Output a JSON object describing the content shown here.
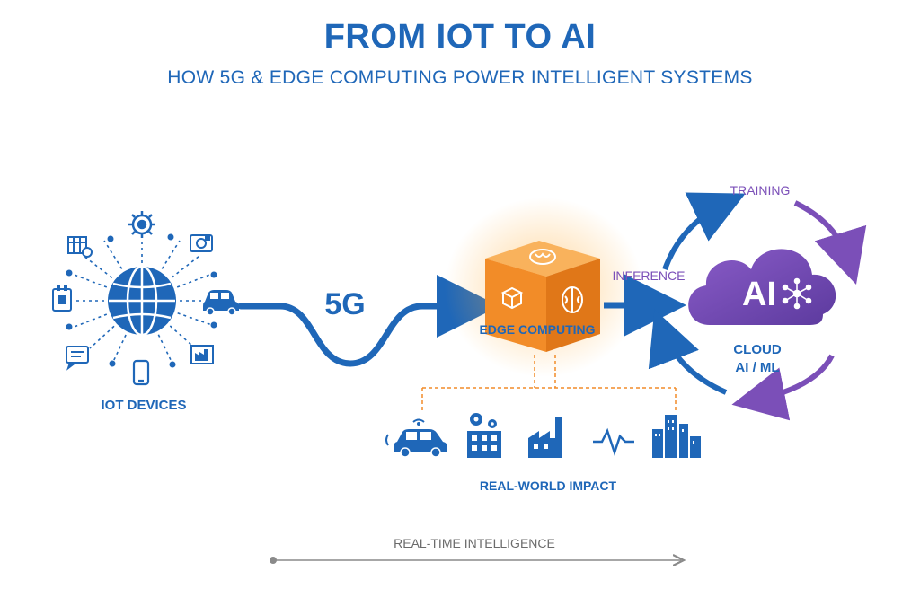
{
  "header": {
    "title": "FROM IOT TO AI",
    "subtitle": "HOW 5G & EDGE COMPUTING POWER INTELLIGENT SYSTEMS"
  },
  "iot": {
    "label": "IOT DEVICES"
  },
  "network": {
    "label": "5G"
  },
  "edge": {
    "label": "EDGE COMPUTING"
  },
  "cloud": {
    "badge": "AI",
    "label_line1": "CLOUD",
    "label_line2": "AI / ML",
    "training_label": "TRAINING",
    "inference_label": "INFERENCE"
  },
  "impact": {
    "label": "REAL-WORLD IMPACT"
  },
  "timeline": {
    "label": "REAL-TIME INTELLIGENCE"
  },
  "colors": {
    "blue": "#1f67b8",
    "orange": "#f28c28",
    "purple": "#7b4fb8",
    "gray": "#8a8a8a"
  }
}
